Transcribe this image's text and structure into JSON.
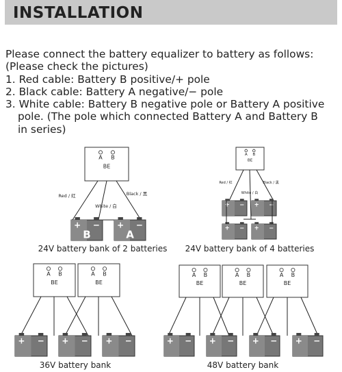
{
  "header": {
    "title": "INSTALLATION"
  },
  "intro": {
    "line1": "Please connect the battery equalizer to battery as follows:",
    "line2": "(Please check the pictures)",
    "item1": "1. Red cable: Battery B positive/+ pole",
    "item2": "2. Black cable: Battery A negative/− pole",
    "item3_a": "3. White cable: Battery B negative pole or Battery A positive",
    "item3_b": "pole. (The pole which connected Battery A and Battery B",
    "item3_c": "in series)"
  },
  "labels": {
    "equalizer_a": "A",
    "equalizer_b": "B",
    "equalizer_be": "BE",
    "red_cable": "Red / 红",
    "black_cable": "Black / 黑",
    "white_cable": "White / 白",
    "plus": "+",
    "minus": "−",
    "battery_b": "B",
    "battery_a": "A"
  },
  "captions": {
    "d1": "24V battery bank of 2 batteries",
    "d2": "24V battery bank of 4 batteries",
    "d3": "36V battery bank",
    "d4": "48V battery bank"
  }
}
